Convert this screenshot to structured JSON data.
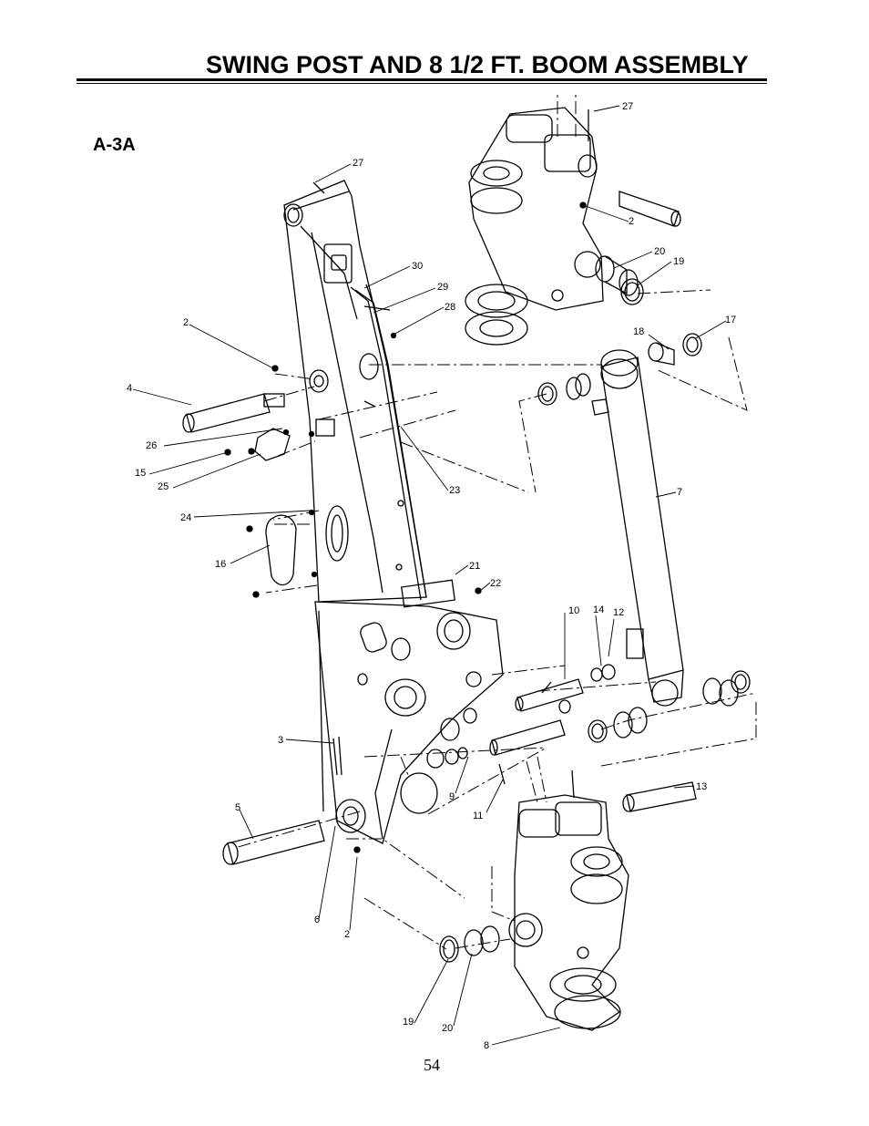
{
  "header": {
    "title": "SWING POST AND 8 1/2 FT. BOOM ASSEMBLY"
  },
  "figure": {
    "id": "A-3A"
  },
  "footer": {
    "page_number": "54"
  },
  "callouts": {
    "c27a": "27",
    "c27b": "27",
    "c2a": "2",
    "c2b": "2",
    "c2c": "2",
    "c20a": "20",
    "c19a": "19",
    "c17": "17",
    "c18": "18",
    "c30": "30",
    "c29": "29",
    "c28": "28",
    "c4": "4",
    "c26": "26",
    "c15": "15",
    "c25": "25",
    "c23": "23",
    "c7": "7",
    "c24": "24",
    "c16": "16",
    "c21": "21",
    "c22": "22",
    "c10": "10",
    "c14": "14",
    "c12": "12",
    "c3": "3",
    "c9": "9",
    "c11": "11",
    "c13": "13",
    "c5": "5",
    "c6": "6",
    "c19b": "19",
    "c20b": "20",
    "c8": "8"
  }
}
